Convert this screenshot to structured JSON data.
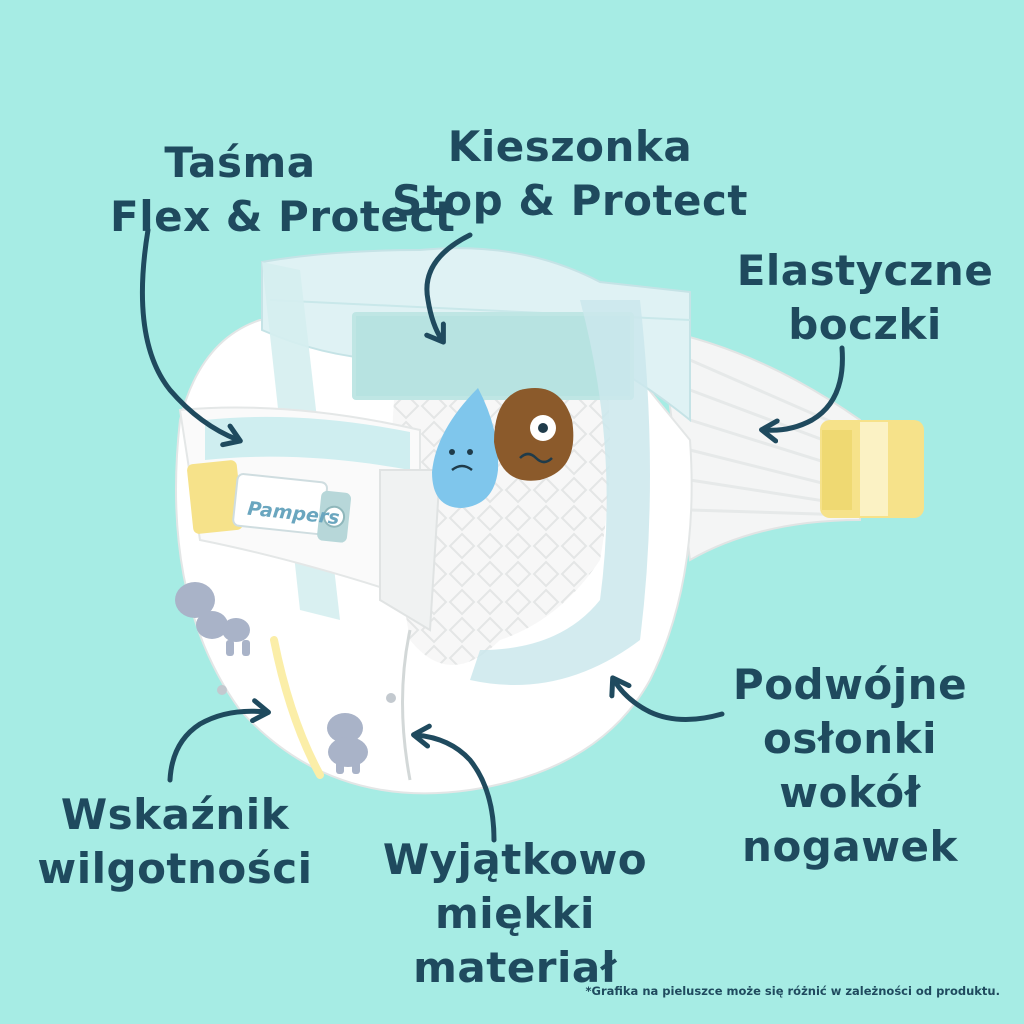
{
  "callouts": {
    "tasma": {
      "line1": "Taśma",
      "line2": "Flex & Protect"
    },
    "kieszonka": {
      "line1": "Kieszonka",
      "line2": "Stop & Protect"
    },
    "boczki": {
      "line1": "Elastyczne",
      "line2": "boczki"
    },
    "podwojne": {
      "line1": "Podwójne",
      "line2": "osłonki",
      "line3": "wokół",
      "line4": "nogawek"
    },
    "wskaznik": {
      "line1": "Wskaźnik",
      "line2": "wilgotności"
    },
    "wyjatkowo": {
      "line1": "Wyjątkowo",
      "line2": "miękki",
      "line3": "materiał"
    }
  },
  "brand_label": "Pampers",
  "disclaimer": "*Grafika na pieluszce może się różnić w zależności od produktu.",
  "colors": {
    "background": "#a6ece4",
    "text": "#1f4a5e",
    "arrow": "#1f4a5e",
    "diaper": "#ffffff",
    "cuff": "#cdebec",
    "tape_yellow": "#f6e28a",
    "drop_blue": "#7fc6ec",
    "drop_brown": "#8b5a2b"
  },
  "icons": [
    "elephant-icon",
    "water-drop-icon",
    "poop-drop-icon",
    "curved-arrow-icon"
  ]
}
